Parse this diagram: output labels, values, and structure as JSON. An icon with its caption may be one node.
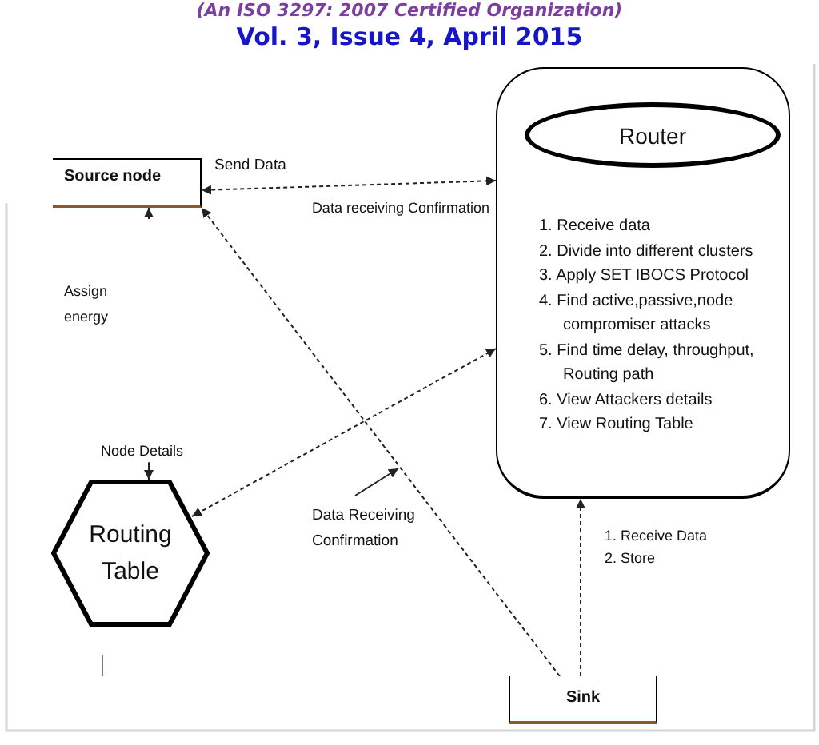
{
  "diagram": {
    "nodes": [
      {
        "text": [
          "Source node"
        ]
      },
      {
        "text": [
          "1. Receive data",
          "2. Divide into different clusters",
          "3. Apply SET IBOCS Protocol",
          "4. Find active,passive,node compromiser attacks",
          "5. Find time delay, throughput, Routing path",
          "6. View Attackers details",
          "7. View Routing Table"
        ]
      },
      {
        "text": [
          "Router"
        ],
        "in": 1
      },
      {
        "text": [
          "Node Details"
        ]
      },
      {
        "text": [
          "Routing Table"
        ]
      },
      {
        "text": [
          "Sink"
        ]
      }
    ],
    "edges": [
      {
        "from": 1,
        "to": 0,
        "arrow": "both",
        "label": "Send Data",
        "style": "dashed"
      },
      {
        "from": 5,
        "to": 0,
        "arrow": "to",
        "label": "Data Receiving Confirmation",
        "style": "dashed"
      },
      {
        "from": 1,
        "to": 4,
        "arrow": "both",
        "style": "dashed"
      },
      {
        "from": 5,
        "to": 1,
        "arrow": "to",
        "style": "dashed"
      },
      {
        "from": null,
        "to": 0,
        "arrow": "to"
      },
      {
        "from": 3,
        "to": 4,
        "arrow": "to"
      }
    ],
    "labels": [
      "(An ISO 3297: 2007 Certified Organization)",
      "Vol. 3, Issue 4, April 2015",
      "Data receiving Confirmation",
      "Assign energy",
      "1. Receive Data",
      "2. Store"
    ]
  }
}
